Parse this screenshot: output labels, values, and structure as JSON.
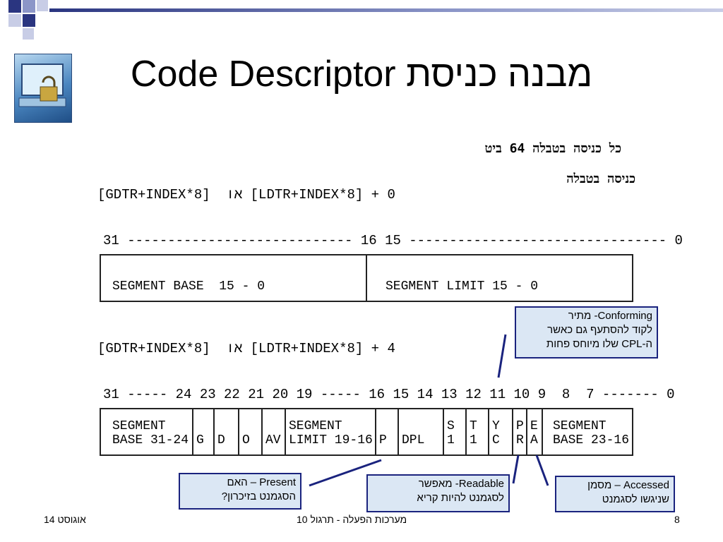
{
  "title": "Code Descriptor מבנה כניסת",
  "hebrew_note_1": "כל כניסה בטבלה 64 ביט",
  "hebrew_note_2": "כניסה בטבלה",
  "row0": {
    "address": "[GDTR+INDEX*8]  או [LDTR+INDEX*8] + 0",
    "bits": "31 ---------------------------- 16 15 -------------------------------- 0",
    "fields": [
      "SEGMENT BASE  15 - 0",
      "SEGMENT LIMIT 15 - 0"
    ]
  },
  "row4": {
    "address": "[GDTR+INDEX*8]  או [LDTR+INDEX*8] + 4",
    "bits": "31 ----- 24 23 22 21 20 19 ----- 16 15 14 13 12 11 10 9  8  7 ------- 0",
    "fields": [
      "SEGMENT\nBASE 31-24",
      "G",
      "D",
      "O",
      "AV",
      "SEGMENT\nLIMIT 19-16",
      "P",
      "DPL",
      "S\n1",
      "T\n1",
      "Y\nC",
      "P\nR",
      "E\nA",
      "SEGMENT\nBASE 23-16"
    ]
  },
  "callouts": {
    "conforming": "Conforming- מתיר\nלקוד להסתעף גם כאשר\nה-CPL שלו מיוחס פחות",
    "present": "Present – האם\nהסגמנט בזיכרון?",
    "readable": "Readable- מאפשר\nלסגמנט להיות קריא",
    "accessed": "Accessed – מסמן\nשניגשו לסגמנט"
  },
  "footer": {
    "date": "14 אוגוסט",
    "course": "מערכות הפעלה - תרגול 10",
    "page": "8"
  },
  "colors": {
    "accent": "#1a237e",
    "callout_bg": "#dbe7f4"
  },
  "icons": [
    "lock-monitor-icon"
  ]
}
